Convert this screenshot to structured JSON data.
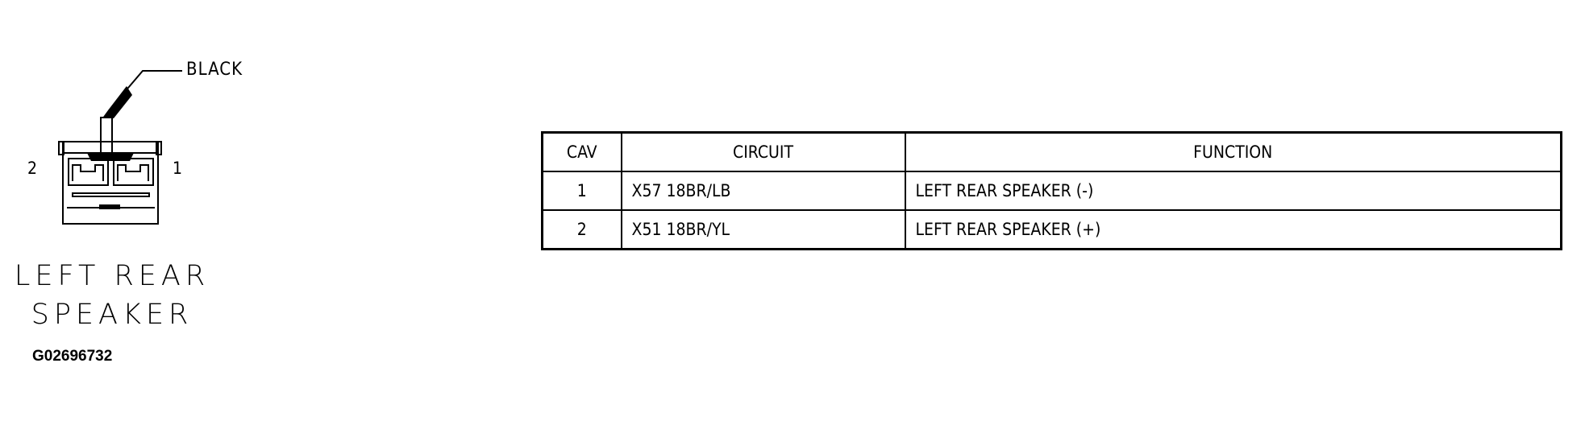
{
  "connector": {
    "wire_color": "BLACK",
    "pin_left": "2",
    "pin_right": "1",
    "name_line1": "LEFT REAR",
    "name_line2": "SPEAKER"
  },
  "figure_id": "G02696732",
  "table": {
    "headers": {
      "cav": "CAV",
      "circuit": "CIRCUIT",
      "function": "FUNCTION"
    },
    "rows": [
      {
        "cav": "1",
        "circuit": "X57 18BR/LB",
        "function": "LEFT REAR SPEAKER (-)"
      },
      {
        "cav": "2",
        "circuit": "X51 18BR/YL",
        "function": "LEFT REAR SPEAKER (+)"
      }
    ]
  }
}
